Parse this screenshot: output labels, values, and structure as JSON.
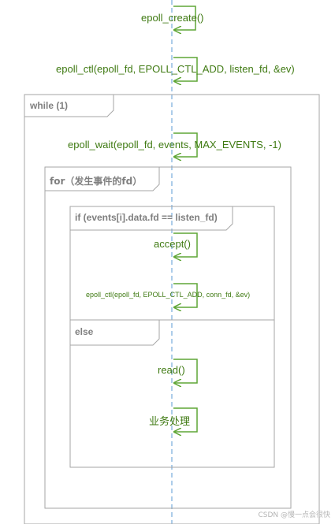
{
  "messages": {
    "create": "epoll_create()",
    "ctl_listen": "epoll_ctl(epoll_fd, EPOLL_CTL_ADD, listen_fd, &ev)",
    "wait": "epoll_wait(epoll_fd, events, MAX_EVENTS, -1)",
    "accept": "accept()",
    "ctl_conn": "epoll_ctl(epoll_fd, EPOLL_CTL_ADD, conn_fd, &ev)",
    "read": "read()",
    "business": "业务处理"
  },
  "fragments": {
    "while_label": "while (1)",
    "for_label": "for（发生事件的fd）",
    "if_label": "if (events[i].data.fd == listen_fd)",
    "else_label": "else"
  },
  "watermark": "CSDN @慢一点会很快",
  "colors": {
    "lifeline": "#5b9bd5",
    "message": "#3f7a12",
    "arrow": "#5fa636",
    "frame": "#a6a6a6",
    "label": "#7f7f7f"
  }
}
